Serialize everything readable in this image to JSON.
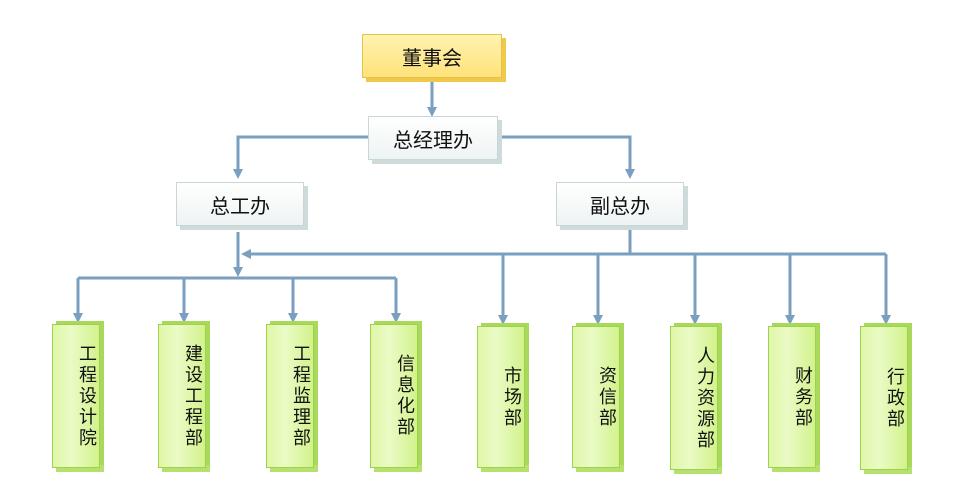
{
  "diagram": {
    "top": "董事会",
    "level2": "总经理办",
    "level3_left": "总工办",
    "level3_right": "副总办",
    "departments": [
      "工程设计院",
      "建设工程部",
      "工程监理部",
      "信息化部",
      "市场部",
      "资信部",
      "人力资源部",
      "财务部",
      "行政部"
    ]
  },
  "colors": {
    "line": "#7a9fbf",
    "top_fill": "#ffe27a",
    "mid_fill": "#f4f7f7",
    "dept_fill": "#e2f8b0",
    "dept_border": "#9fd24c"
  }
}
